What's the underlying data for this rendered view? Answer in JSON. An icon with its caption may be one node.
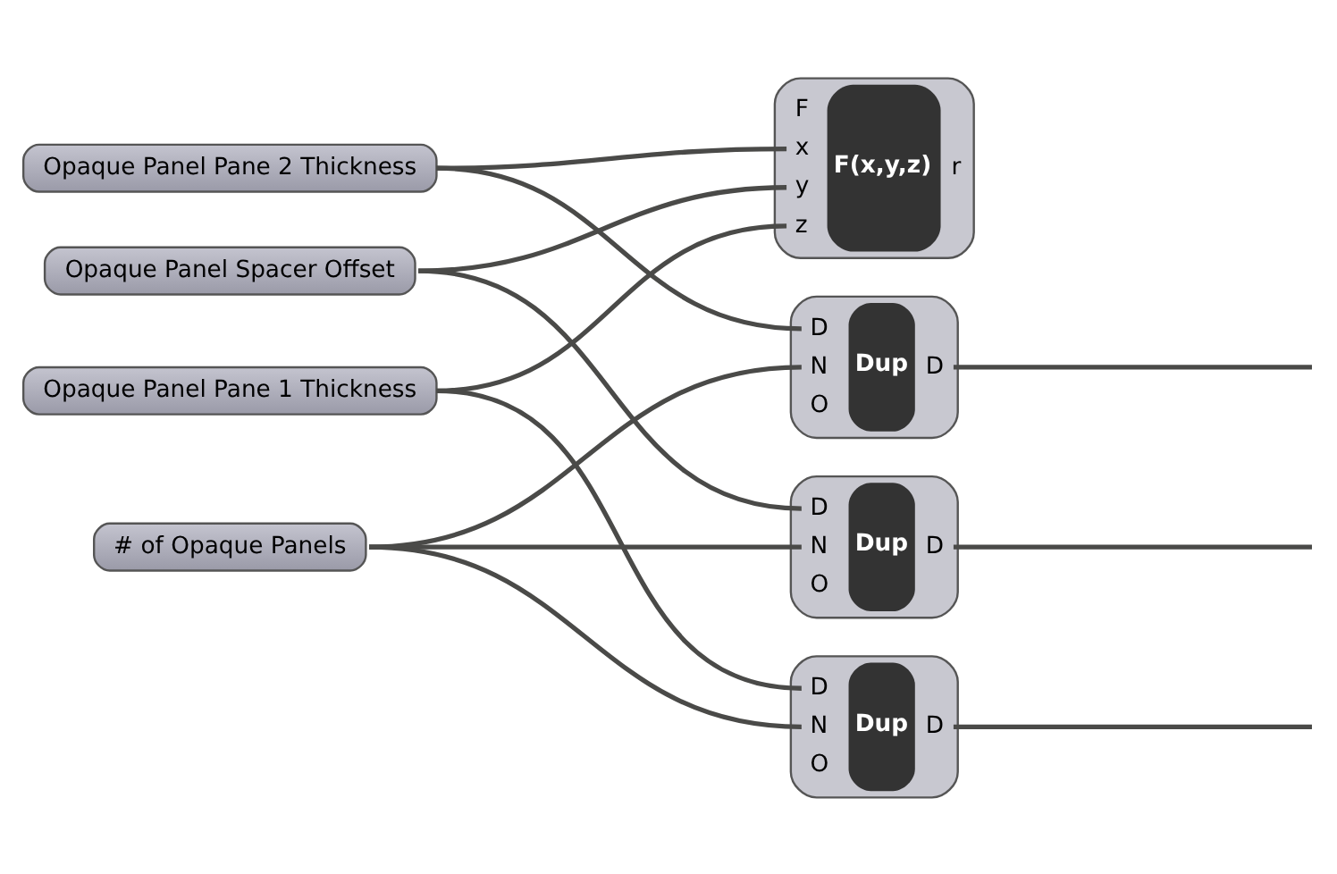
{
  "diagram": {
    "nodes": [
      {
        "text": [
          "Opaque Panel Pane 2 Thickness"
        ]
      },
      {
        "text": [
          "D",
          "N",
          "O",
          "Dup",
          "D"
        ]
      },
      {
        "text": [
          "F",
          "x",
          "y",
          "z",
          "F(x,y,z)",
          "r"
        ]
      },
      {
        "text": [
          "# of Opaque Panels"
        ]
      },
      {
        "text": [
          "Opaque Panel Spacer Offset"
        ]
      },
      {
        "text": [
          "D",
          "N",
          "O",
          "Dup",
          "D"
        ]
      },
      {
        "text": [
          "Opaque Panel Pane 1 Thickness"
        ]
      },
      {
        "text": [
          "D",
          "N",
          "O",
          "Dup",
          "D"
        ]
      }
    ],
    "edges": [
      {
        "from": 0,
        "to": 1,
        "arrow": "none"
      },
      {
        "from": 0,
        "to": 2,
        "arrow": "none"
      },
      {
        "from": 3,
        "to": 1,
        "arrow": "none"
      },
      {
        "from": 3,
        "to": 5,
        "arrow": "none"
      },
      {
        "from": 3,
        "to": 7,
        "arrow": "none"
      },
      {
        "from": 4,
        "to": 2,
        "arrow": "none"
      },
      {
        "from": 4,
        "to": 5,
        "arrow": "none"
      },
      {
        "from": 6,
        "to": 2,
        "arrow": "none"
      },
      {
        "from": 6,
        "to": 7,
        "arrow": "none"
      },
      {
        "from": 1,
        "to": null,
        "arrow": "none"
      },
      {
        "from": 5,
        "to": null,
        "arrow": "none"
      },
      {
        "from": 7,
        "to": null,
        "arrow": "none"
      }
    ]
  }
}
